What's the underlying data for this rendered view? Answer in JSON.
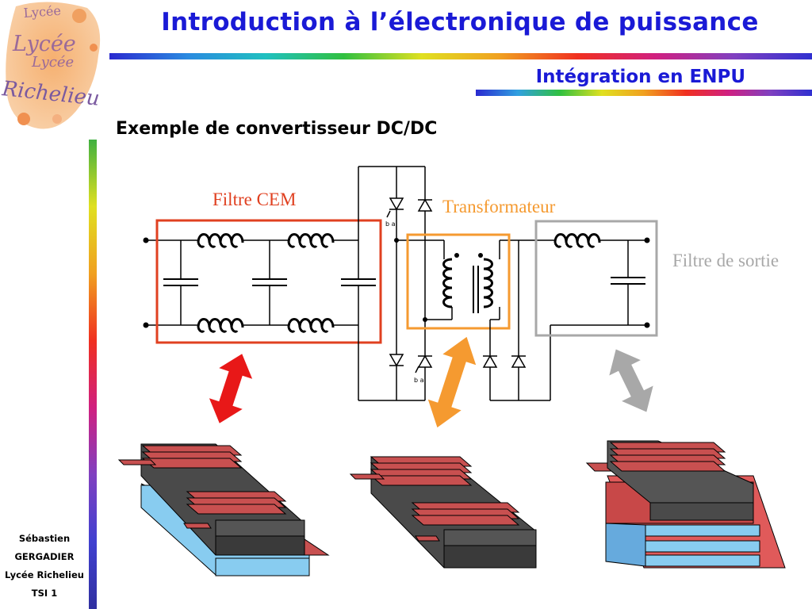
{
  "header": {
    "title": "Introduction à l’électronique de puissance",
    "subtitle": "Intégration en ENPU"
  },
  "logo": {
    "text_lines": [
      "Lycée",
      "Lycée",
      "Lycée",
      "Richelieu"
    ]
  },
  "slide": {
    "heading": "Exemple de convertisseur DC/DC"
  },
  "diagram": {
    "labels": {
      "emi_filter": "Filtre CEM",
      "transformer": "Transformateur",
      "output_filter": "Filtre de sortie",
      "upper_switch_terminals": "b a",
      "lower_switch_terminals": "b a"
    },
    "colors": {
      "emi_filter": "#e04020",
      "transformer": "#f59a30",
      "output_filter": "#a8a8a8",
      "emi_arrow": "#e81818",
      "transformer_arrow": "#f59a30",
      "output_arrow": "#a8a8a8",
      "copper": "#c85050",
      "ferrite": "#3a3a3a",
      "dielectric": "#88ccf0"
    }
  },
  "footer": {
    "author_lines": [
      "Sébastien",
      "GERGADIER",
      "Lycée Richelieu",
      "TSI 1"
    ]
  }
}
